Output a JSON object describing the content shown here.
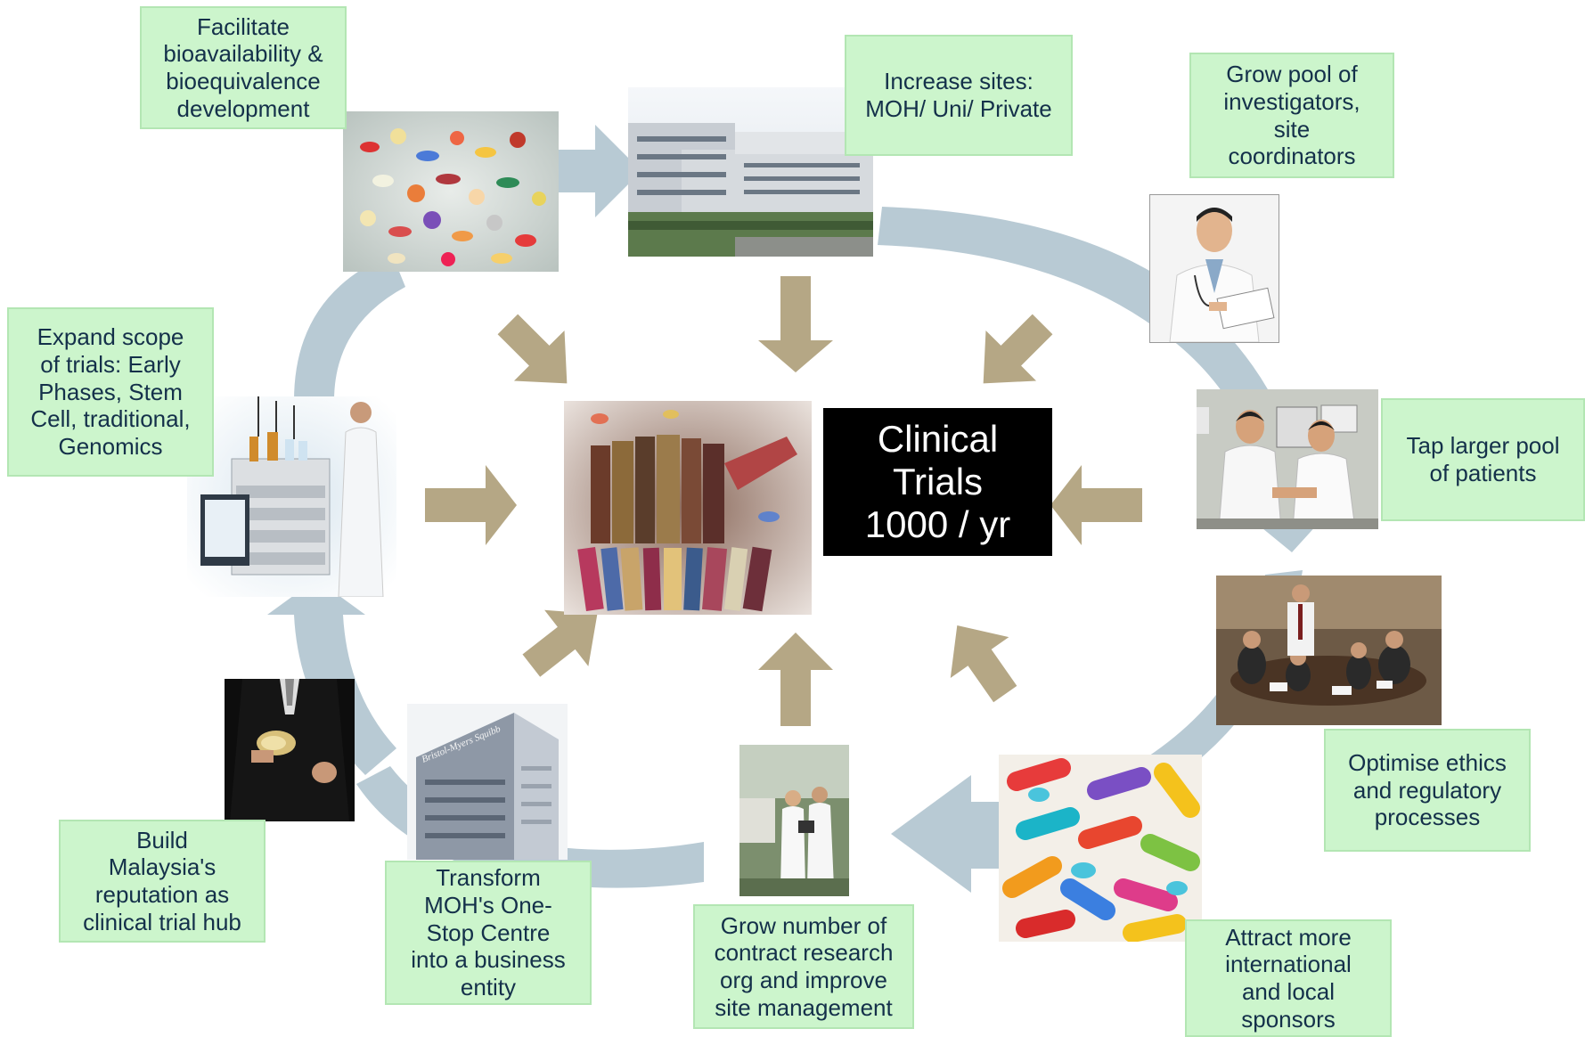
{
  "center": {
    "label": "Clinical\nTrials\n1000 / yr"
  },
  "boxes": {
    "bioavailability": "Facilitate\nbioavailability &\nbioequivalence\ndevelopment",
    "sites": "Increase sites:\nMOH/ Uni/ Private",
    "investigators": "Grow pool of\ninvestigators,\nsite\ncoordinators",
    "patients": "Tap larger pool\nof patients",
    "ethics": "Optimise ethics\nand regulatory\nprocesses",
    "sponsors": "Attract more\ninternational\nand local\nsponsors",
    "cro": "Grow number of\ncontract research\norg and improve\nsite management",
    "one_stop": "Transform\nMOH's One-\nStop Centre\ninto a business\nentity",
    "reputation": "Build\nMalaysia's\nreputation as\nclinical trial hub",
    "scope": "Expand scope\nof trials: Early\nPhases, Stem\nCell, traditional,\nGenomics"
  },
  "building_sign": "Bristol-Myers Squibb",
  "colors": {
    "ring": "#b8cad4",
    "arrow": "#b5a785",
    "box_fill": "#ccf5cc",
    "box_border": "#b3e6b3",
    "text": "#14304a"
  }
}
